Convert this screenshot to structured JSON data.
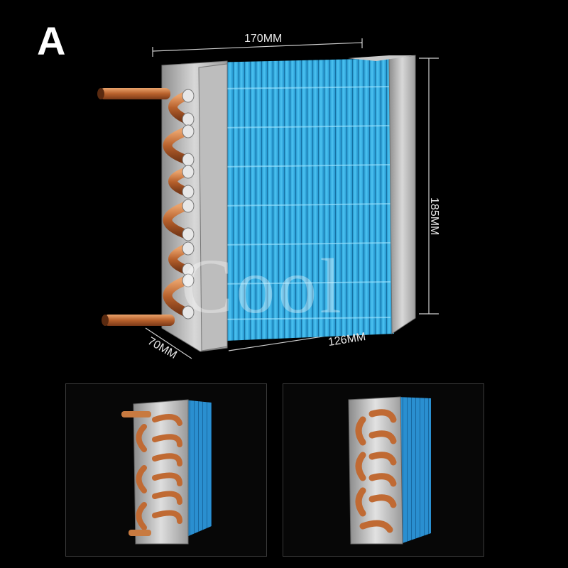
{
  "image": {
    "label": "A",
    "watermark": "Cool",
    "dimensions": {
      "top_length": "170MM",
      "height": "185MM",
      "bottom_length": "126MM",
      "depth": "70MM"
    },
    "colors": {
      "background": "#000000",
      "fins": "#3ab4e8",
      "copper": "#c8743a",
      "frame": "#b8b8b8"
    },
    "panels": [
      "left-view-with-inlet-outlet",
      "right-view-return-bends"
    ]
  }
}
